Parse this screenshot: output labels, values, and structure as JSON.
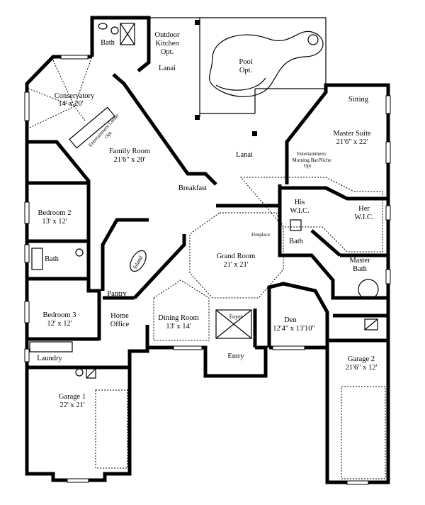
{
  "plan": {
    "rooms": [
      {
        "id": "bath-pool",
        "name": "Bath"
      },
      {
        "id": "outdoor-kitchen",
        "name": "Outdoor",
        "line2": "Kitchen",
        "line3": "Opt."
      },
      {
        "id": "lanai-top",
        "name": "Lanai"
      },
      {
        "id": "pool",
        "name": "Pool",
        "line2": "Opt."
      },
      {
        "id": "sitting",
        "name": "Sitting"
      },
      {
        "id": "conservatory",
        "name": "Conservatory",
        "dims": "14' x 20'"
      },
      {
        "id": "entertainment-center",
        "name": "Entertainment Center",
        "line2": "Opt."
      },
      {
        "id": "family-room",
        "name": "Family Room",
        "dims": "21'6\" x 20'"
      },
      {
        "id": "lanai-center",
        "name": "Lanai"
      },
      {
        "id": "master-suite",
        "name": "Master Suite",
        "dims": "21'6\" x 22'"
      },
      {
        "id": "morning-bar",
        "name": "Entertainment/",
        "line2": "Morning Bar/Niche",
        "line3": "Opt"
      },
      {
        "id": "breakfast",
        "name": "Breakfast"
      },
      {
        "id": "bedroom-2",
        "name": "Bedroom 2",
        "dims": "13' x 12'"
      },
      {
        "id": "his-wic",
        "name": "His",
        "line2": "W.I.C."
      },
      {
        "id": "her-wic",
        "name": "Her",
        "line2": "W.I.C."
      },
      {
        "id": "island",
        "name": "Island"
      },
      {
        "id": "fireplace",
        "name": "Fireplace"
      },
      {
        "id": "bath-master-hall",
        "name": "Bath"
      },
      {
        "id": "grand-room",
        "name": "Grand Room",
        "dims": "21' x 21'"
      },
      {
        "id": "bath-2",
        "name": "Bath"
      },
      {
        "id": "master-bath",
        "name": "Master",
        "line2": "Bath"
      },
      {
        "id": "pantry",
        "name": "Pantry"
      },
      {
        "id": "bedroom-3",
        "name": "Bedroom 3",
        "dims": "12' x 12'"
      },
      {
        "id": "home-office",
        "name": "Home",
        "line2": "Office"
      },
      {
        "id": "dining-room",
        "name": "Dining Room",
        "dims": "13' x 14'"
      },
      {
        "id": "foyer",
        "name": "Foyer"
      },
      {
        "id": "den",
        "name": "Den",
        "dims": "12'4\" x 13'10\""
      },
      {
        "id": "laundry",
        "name": "Laundry"
      },
      {
        "id": "entry",
        "name": "Entry"
      },
      {
        "id": "garage-2",
        "name": "Garage 2",
        "dims": "21'6\" x 12'"
      },
      {
        "id": "garage-1",
        "name": "Garage 1",
        "dims": "22' x 21'"
      }
    ]
  }
}
